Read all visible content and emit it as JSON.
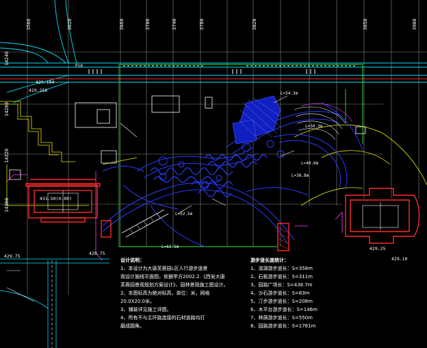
{
  "grid": {
    "top_labels": [
      "3560",
      "3620",
      "3660",
      "3700",
      "3740",
      "3780",
      "3820",
      "3850",
      "3900"
    ],
    "left_labels": [
      "14240",
      "14280",
      "14320",
      "14360"
    ]
  },
  "elevations": {
    "e1": "429.184",
    "e2": "429.256",
    "e3": "429.75",
    "e4": "429.75",
    "e5": "429.25",
    "e6": "429.10",
    "e7": "431.50(4.00)"
  },
  "dims": {
    "d1": "L=54.3m",
    "d2": "L=50.3m",
    "d3": "L=40.6m",
    "d4": "L=38.8m",
    "d5": "L=52.5m",
    "d6": "L=62.5m",
    "road": "P10"
  },
  "notes": {
    "title": "设计说明：",
    "lines": [
      "1、本设计为大唐芙蓉园L区人行游步道景",
      "观设计施线平面图，依据甲方2002.2.《西安大唐",
      "芙蓉园景观规划方案设计》、园林景观施工图设计。",
      "2、本图标高为绝对标高，单位：米，网格",
      "20.0X20.0米。",
      "3、铺装详见施工详图。",
      "4、所有不与主环路连接的石材道路均打",
      "磨成圆角。"
    ]
  },
  "legend": {
    "title": "游步道长度统计：",
    "items": [
      "1、滨湖游步道长：S=358m",
      "2、石板游步道长：S=311m",
      "3、园路广场长：S=438.7m",
      "4、沙石游步道长：S=83m",
      "5、汀步游步道长：S=208m",
      "6、木平台游步道长：S=146m",
      "7、林荫游步道长：S=550m",
      "8、园路游步道长：S=1761m"
    ]
  },
  "colors": {
    "grid": "#8a8a8a",
    "road_cyan": "#00e5ff",
    "path_blue": "#2a3cff",
    "red": "#ff2a2a",
    "green": "#2eea2e",
    "yellow": "#e8e800",
    "magenta": "#ff40ff",
    "white": "#ffffff"
  }
}
